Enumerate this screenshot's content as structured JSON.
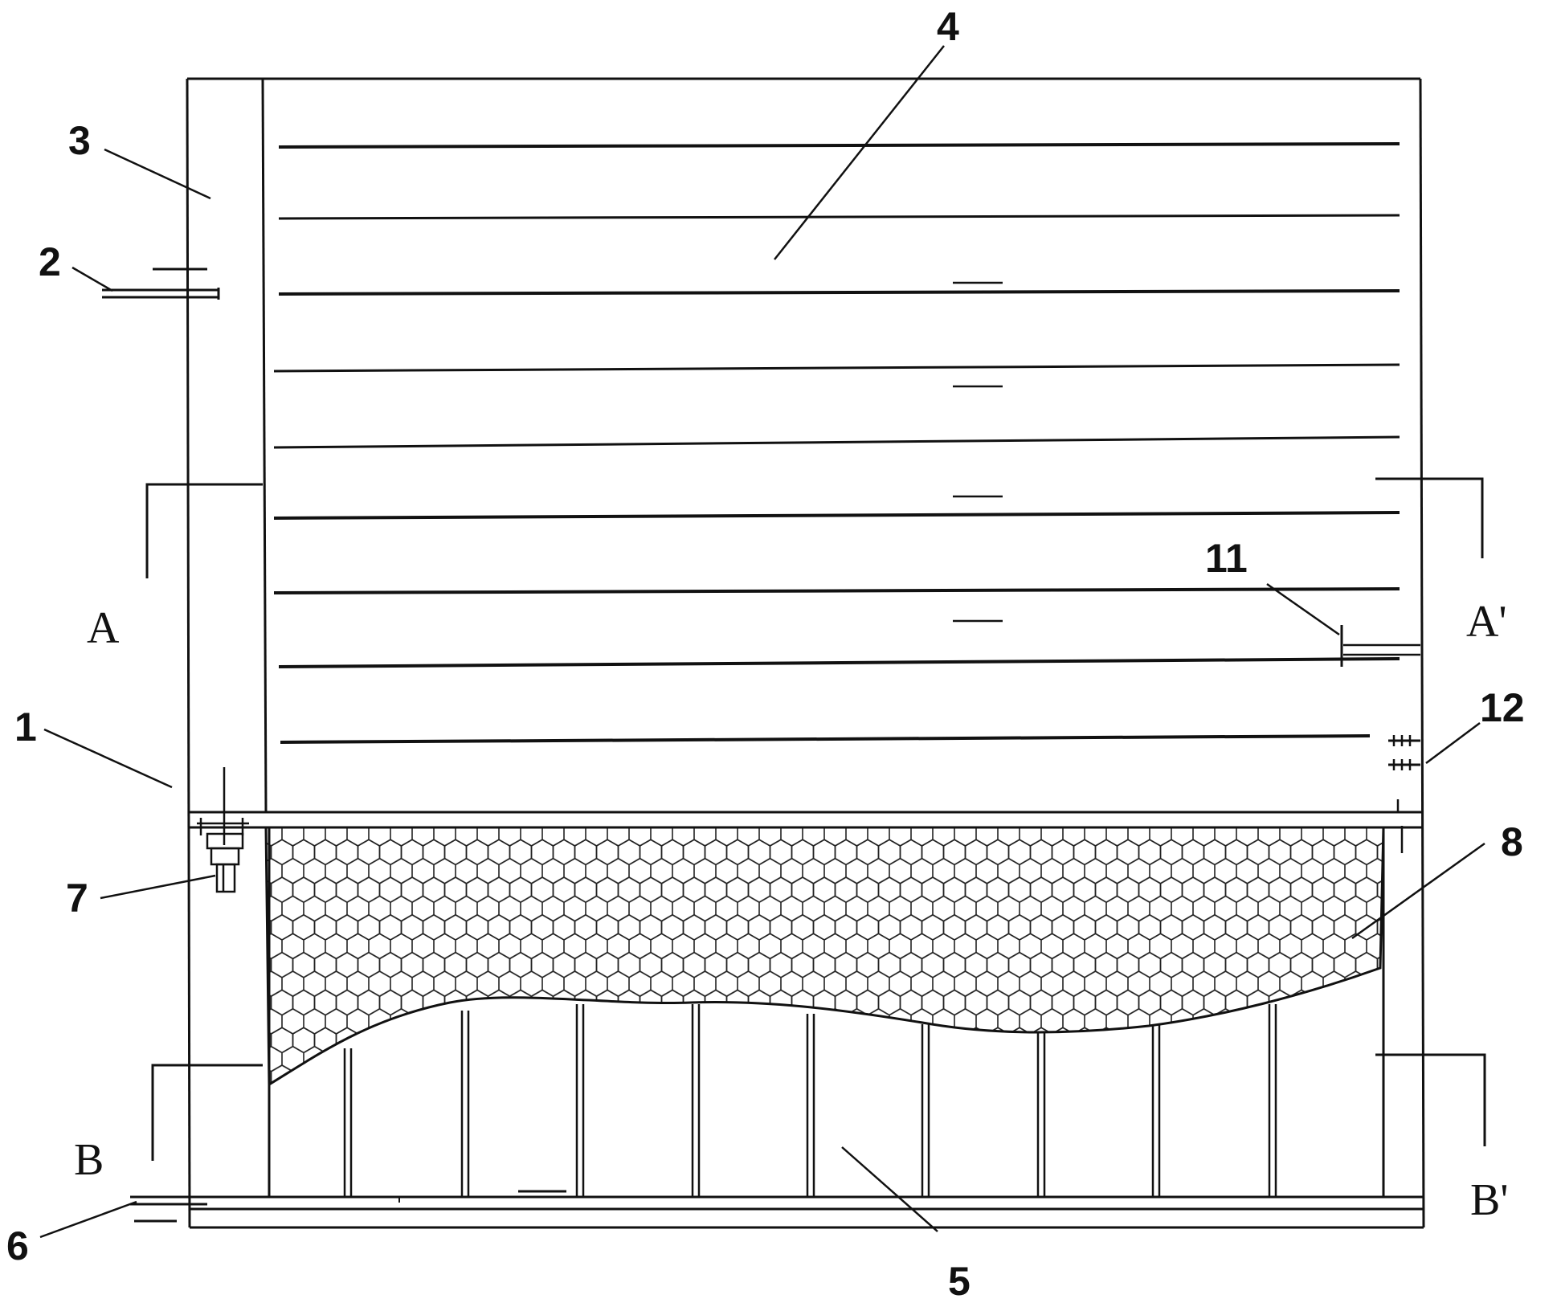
{
  "callouts": {
    "c1": "1",
    "c2": "2",
    "c3": "3",
    "c4": "4",
    "c5": "5",
    "c6": "6",
    "c7": "7",
    "c8": "8",
    "c11": "11",
    "c12": "12"
  },
  "sections": {
    "a_left": "A",
    "a_right": "A'",
    "b_left": "B",
    "b_right": "B'"
  }
}
